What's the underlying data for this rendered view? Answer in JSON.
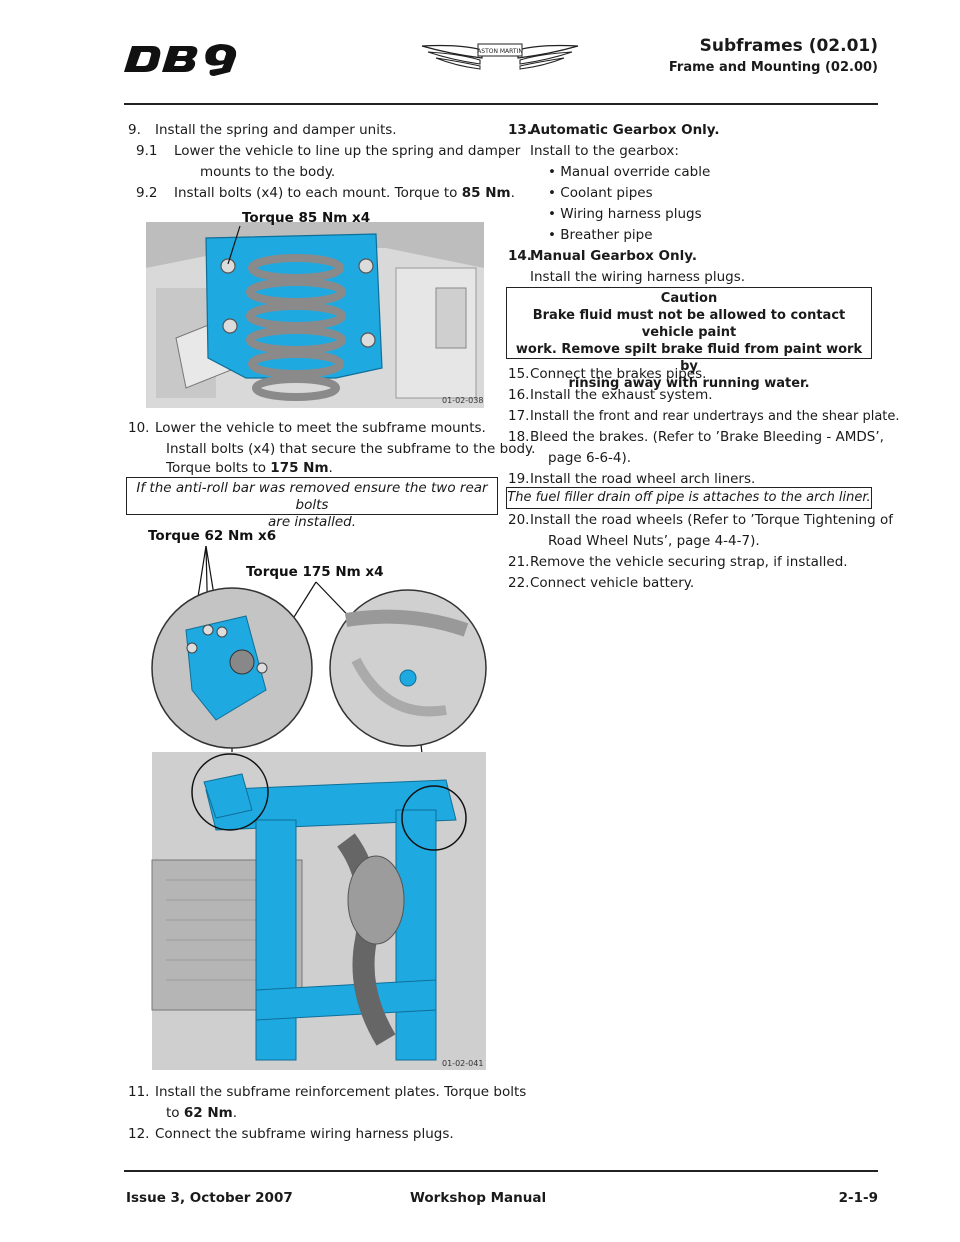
{
  "header": {
    "logo_text": "DB 9",
    "badge_text": "ASTON MARTIN",
    "title": "Subframes (02.01)",
    "subtitle": "Frame and Mounting (02.00)"
  },
  "left": {
    "s9": {
      "num": "9.",
      "text": "Install the spring and damper units."
    },
    "s9_1": {
      "num": "9.1",
      "line1": "Lower the vehicle to line up the spring and damper",
      "line2": "mounts to the body."
    },
    "s9_2": {
      "num": "9.2",
      "pre": "Install bolts (x4) to each mount. Torque to ",
      "bold": "85 Nm",
      "post": "."
    },
    "fig1": {
      "label": "Torque 85 Nm x4",
      "code": "01-02-038"
    },
    "s10": {
      "num": "10.",
      "text": "Lower the vehicle to meet the subframe mounts.",
      "line2": "Install bolts (x4) that secure the subframe to the body.",
      "line3_pre": "Torque bolts to ",
      "line3_bold": "175 Nm",
      "line3_post": "."
    },
    "note1": {
      "line1": "If the anti-roll bar was removed ensure the two rear bolts",
      "line2": "are installed."
    },
    "fig2": {
      "label_a": "Torque 62 Nm x6",
      "label_b": "Torque 175 Nm x4",
      "code": "01-02-041"
    },
    "s11": {
      "num": "11.",
      "line1": "Install the subframe reinforcement plates. Torque bolts",
      "line2_pre": "to ",
      "line2_bold": "62 Nm",
      "line2_post": "."
    },
    "s12": {
      "num": "12.",
      "text": "Connect the subframe wiring harness plugs."
    }
  },
  "right": {
    "s13": {
      "num": "13.",
      "title": "Automatic Gearbox Only.",
      "intro": "Install to the gearbox:",
      "bullets": [
        "Manual override cable",
        "Coolant pipes",
        "Wiring harness plugs",
        "Breather pipe"
      ]
    },
    "s14": {
      "num": "14.",
      "title": "Manual Gearbox Only.",
      "text": "Install the wiring harness plugs."
    },
    "caution": {
      "title": "Caution",
      "line1": "Brake fluid must not be allowed to contact vehicle paint",
      "line2": "work. Remove spilt brake fluid from paint work by",
      "line3": "rinsing away with running water."
    },
    "s15": {
      "num": "15.",
      "text": "Connect the brakes pipes."
    },
    "s16": {
      "num": "16.",
      "text": "Install the exhaust system."
    },
    "s17": {
      "num": "17.",
      "text": "Install the front and rear undertrays and the shear plate."
    },
    "s18": {
      "num": "18.",
      "line1": "Bleed the brakes. (Refer to ’Brake Bleeding - AMDS’,",
      "line2": "page 6-6-4)."
    },
    "s19": {
      "num": "19.",
      "text": "Install the road wheel arch liners."
    },
    "note2": {
      "text": "The fuel filler drain off pipe is attaches to the arch liner."
    },
    "s20": {
      "num": "20.",
      "line1": "Install the road wheels (Refer to ’Torque Tightening of",
      "line2": "Road Wheel Nuts’, page 4-4-7)."
    },
    "s21": {
      "num": "21.",
      "text": "Remove the vehicle securing strap, if installed."
    },
    "s22": {
      "num": "22.",
      "text": "Connect vehicle battery."
    }
  },
  "footer": {
    "issue": "Issue 3, October 2007",
    "manual": "Workshop Manual",
    "page": "2-1-9"
  },
  "colors": {
    "highlight": "#1ea9e0",
    "text": "#1a1a1a",
    "rule": "#222222"
  }
}
